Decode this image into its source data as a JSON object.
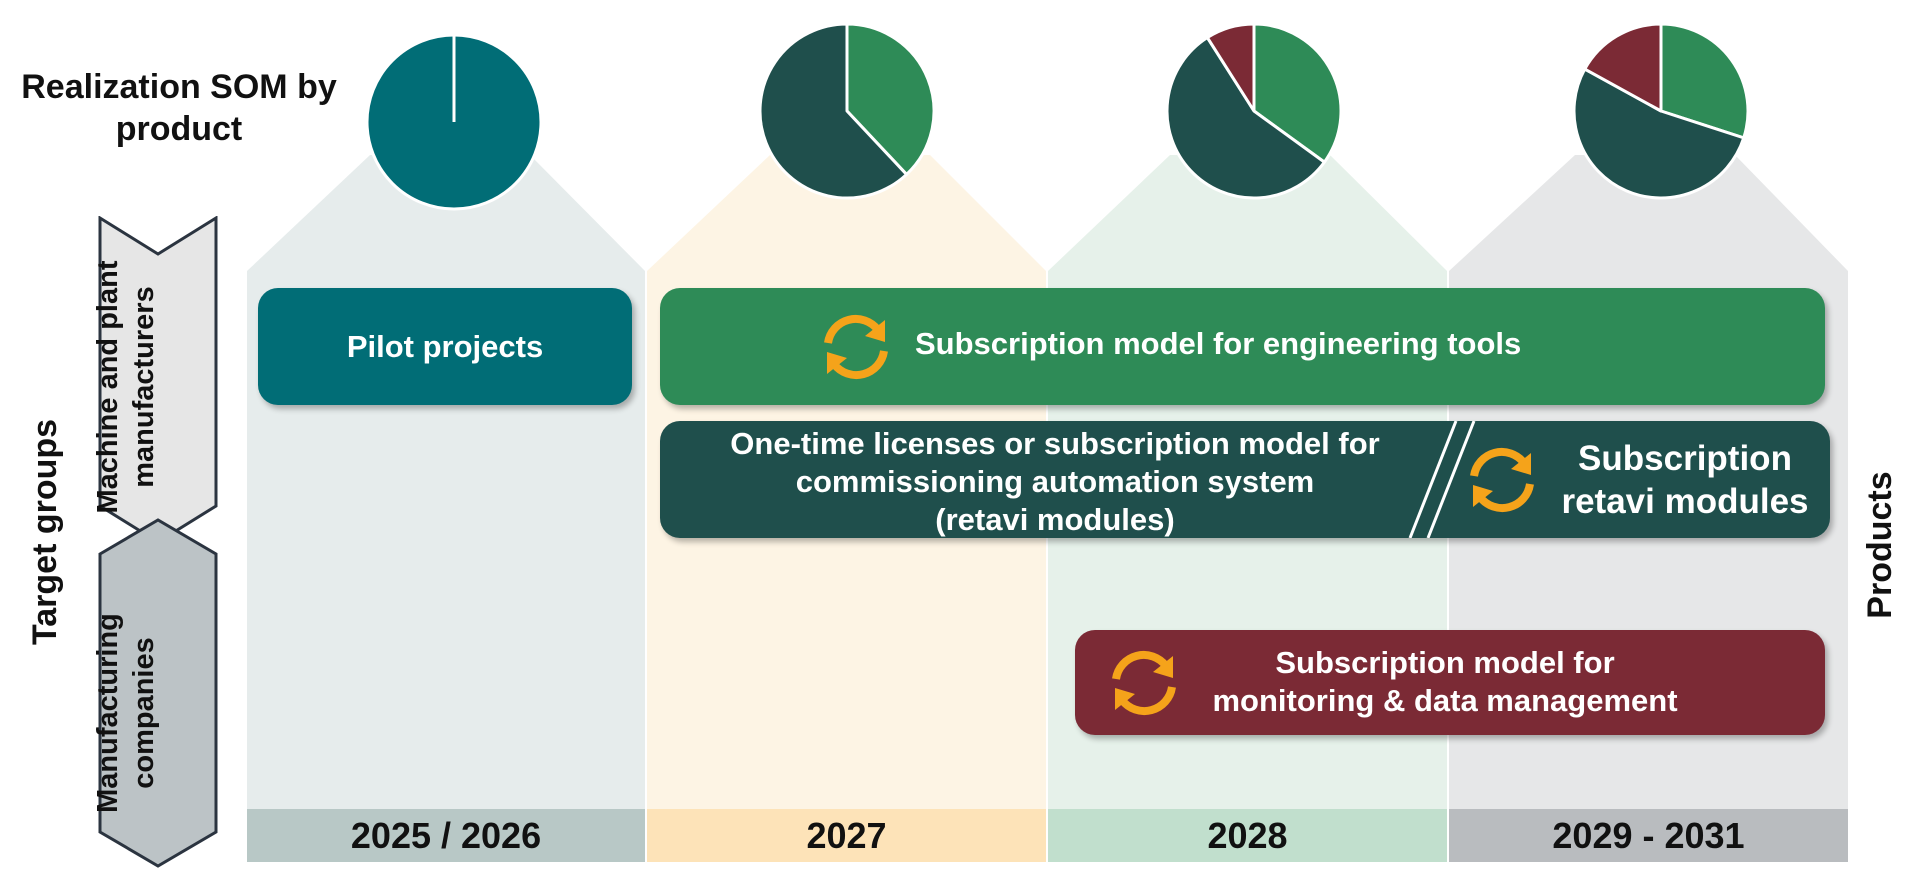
{
  "som_title": "Realization SOM by product",
  "columns": [
    {
      "year": "2025 / 2026",
      "bg": "#e6ecec",
      "bar": "#b8c8c6",
      "pie": [
        100
      ]
    },
    {
      "year": "2027",
      "bg": "#fdf4e4",
      "bar": "#fde3b8",
      "pie": [
        38,
        62
      ]
    },
    {
      "year": "2028",
      "bg": "#e6f1ea",
      "bar": "#c1dfcd",
      "pie": [
        35,
        56,
        9
      ]
    },
    {
      "year": "2029 - 2031",
      "bg": "#e6e7e8",
      "bar": "#b9bcbf",
      "pie": [
        30,
        53,
        17
      ]
    }
  ],
  "pie_colors": [
    "#2e8b57",
    "#1f4f4c",
    "#7b2a35"
  ],
  "pie_single_color": "#016d76",
  "target_groups_label": "Target groups",
  "products_label": "Products",
  "chevron_top": {
    "line1": "Machine and plant",
    "line2": "manufacturers"
  },
  "chevron_bottom": {
    "line1": "Manufacturing",
    "line2": "companies"
  },
  "boxes": {
    "pilot": "Pilot projects",
    "engineering": "Subscription model for engineering tools",
    "onetime_line1": "One-time licenses or subscription model for",
    "onetime_line2": "commissioning automation system",
    "onetime_line3": "(retavi modules)",
    "subscription_line1": "Subscription",
    "subscription_line2": "retavi modules",
    "monitoring_line1": "Subscription model for",
    "monitoring_line2": "monitoring & data management"
  },
  "colors": {
    "teal": "#016d76",
    "green": "#2e8b57",
    "dark_green": "#1f4f4c",
    "maroon": "#7b2a35",
    "icon_orange": "#f5a31a"
  }
}
